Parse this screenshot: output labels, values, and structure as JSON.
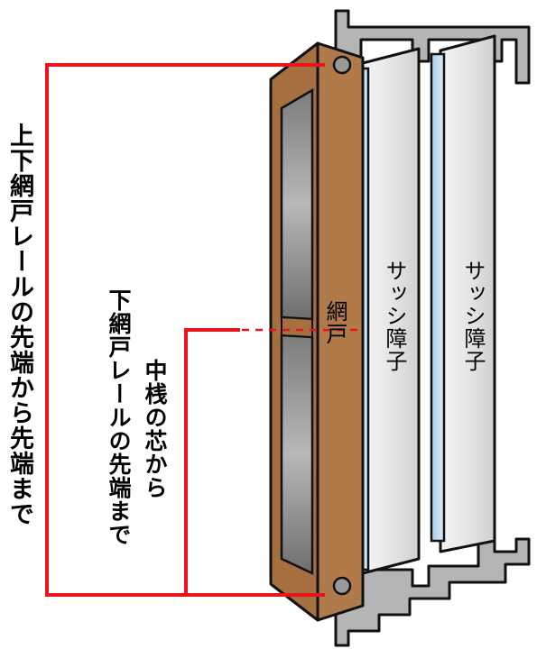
{
  "labels": {
    "outer_dimension": "上下網戸レールの先端から先端まで",
    "inner_dimension_line1": "中桟の芯から",
    "inner_dimension_line2": "下網戸レールの先端まで",
    "screen": "網戸",
    "sash_left": "サッシ障子",
    "sash_right": "サッシ障子"
  },
  "colors": {
    "dimension_line": "#e8141b",
    "screen_frame": "#a87448",
    "sash_panel": "#e8e8e8",
    "rail": "#555555"
  }
}
